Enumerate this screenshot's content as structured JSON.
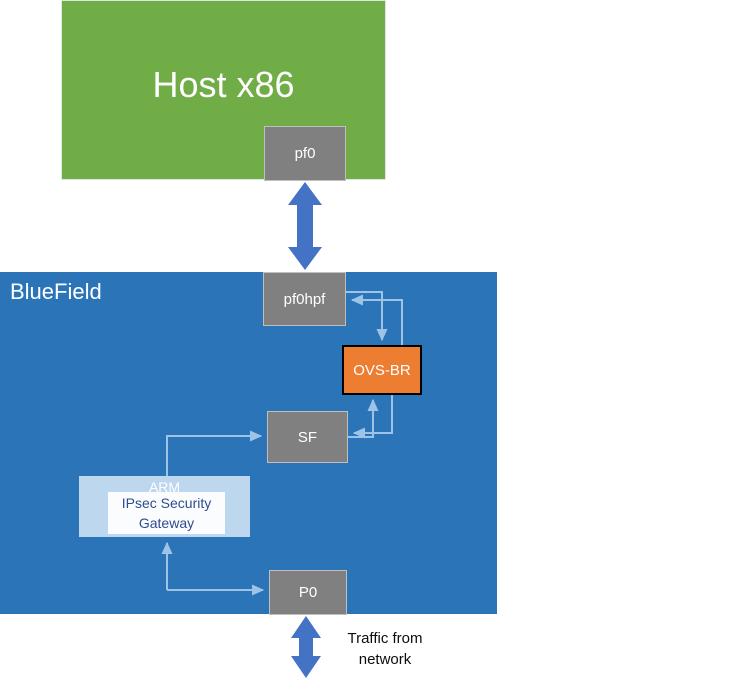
{
  "diagram": {
    "title_host": "Host x86",
    "title_bluefield": "BlueField",
    "traffic_note": "Traffic from\nnetwork"
  },
  "nodes": {
    "host": {
      "label": "Host x86",
      "color": "#70AD47"
    },
    "bluefield": {
      "label": "BlueField",
      "color": "#2B74B8"
    },
    "pf0": {
      "label": "pf0",
      "color": "#808080"
    },
    "pf0hpf": {
      "label": "pf0hpf",
      "color": "#808080"
    },
    "sf": {
      "label": "SF",
      "color": "#808080"
    },
    "p0": {
      "label": "P0",
      "color": "#808080"
    },
    "ovsbr": {
      "label": "OVS-BR",
      "color": "#ED7D31"
    },
    "arm": {
      "label": "ARM",
      "color": "#BDD7EE"
    },
    "ipsec": {
      "label": "IPsec Security Gateway",
      "line1": "IPsec Security",
      "line2": "Gateway",
      "color": "#FFFFFF"
    }
  },
  "labels": {
    "traffic_line1": "Traffic from",
    "traffic_line2": "network"
  },
  "colors": {
    "green": "#70AD47",
    "blue": "#2B74B8",
    "gray": "#808080",
    "orange": "#ED7D31",
    "light_blue": "#BDD7EE",
    "arrow_blue": "#4472C4",
    "connector": "#9DC3E6"
  },
  "connections": [
    {
      "from": "pf0",
      "to": "pf0hpf",
      "style": "double-arrow-vertical"
    },
    {
      "from": "ovsbr",
      "to": "pf0hpf",
      "style": "elbow-arrow"
    },
    {
      "from": "pf0hpf",
      "to": "ovsbr",
      "style": "elbow-arrow"
    },
    {
      "from": "sf",
      "to": "ovsbr",
      "style": "elbow-arrow"
    },
    {
      "from": "ovsbr",
      "to": "sf",
      "style": "elbow-arrow"
    },
    {
      "from": "arm",
      "to": "sf",
      "style": "elbow-arrow"
    },
    {
      "from": "p0",
      "to": "arm",
      "style": "elbow-arrow"
    },
    {
      "from": "arm",
      "to": "p0",
      "style": "elbow-arrow"
    },
    {
      "from": "network",
      "to": "p0",
      "style": "double-arrow-vertical"
    }
  ]
}
